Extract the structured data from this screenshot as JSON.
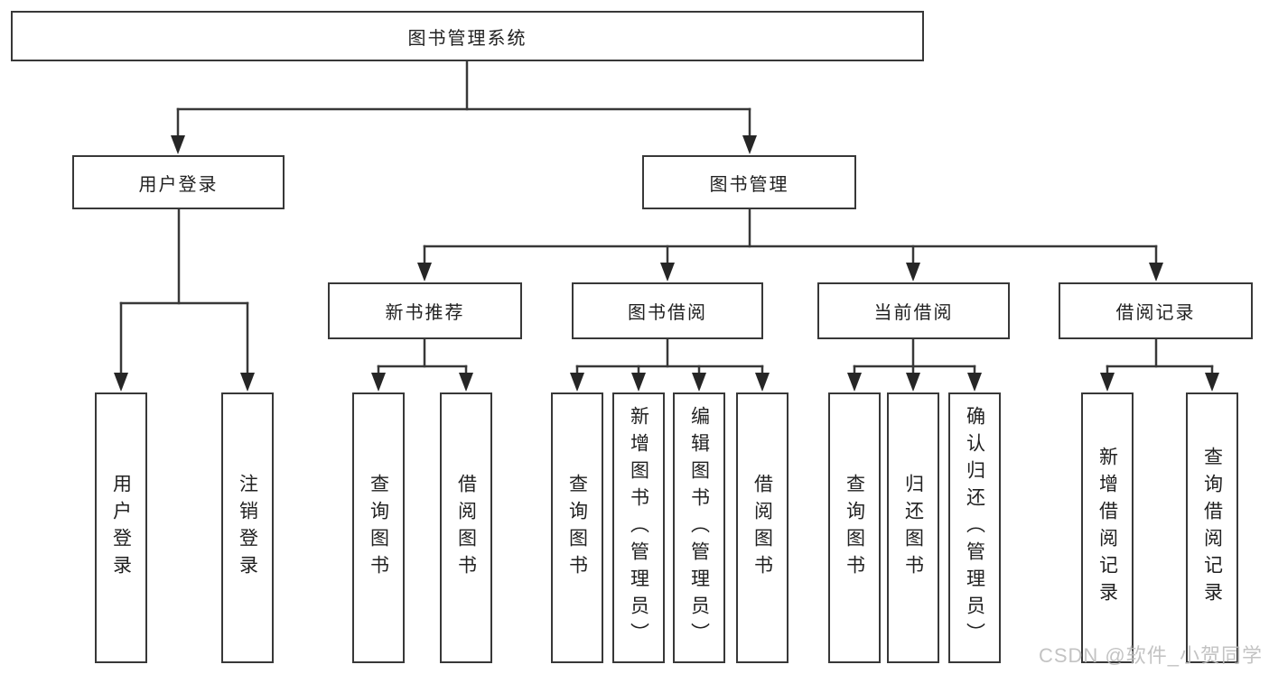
{
  "title": "图书管理系统",
  "branches": [
    {
      "label": "用户登录",
      "children": [
        "用户登录",
        "注销登录"
      ]
    },
    {
      "label": "图书管理",
      "sections": [
        {
          "label": "新书推荐",
          "children": [
            "查询图书",
            "借阅图书"
          ]
        },
        {
          "label": "图书借阅",
          "children": [
            "查询图书",
            "新增图书（管理员）",
            "编辑图书（管理员）",
            "借阅图书"
          ]
        },
        {
          "label": "当前借阅",
          "children": [
            "查询图书",
            "归还图书",
            "确认归还（管理员）"
          ]
        },
        {
          "label": "借阅记录",
          "children": [
            "新增借阅记录",
            "查询借阅记录"
          ]
        }
      ]
    }
  ],
  "watermark": "CSDN @软件_小贺同学",
  "colors": {
    "line": "#383838",
    "arrow": "#262626",
    "text": "#212121",
    "watermark_text": "#bdbdbd"
  }
}
